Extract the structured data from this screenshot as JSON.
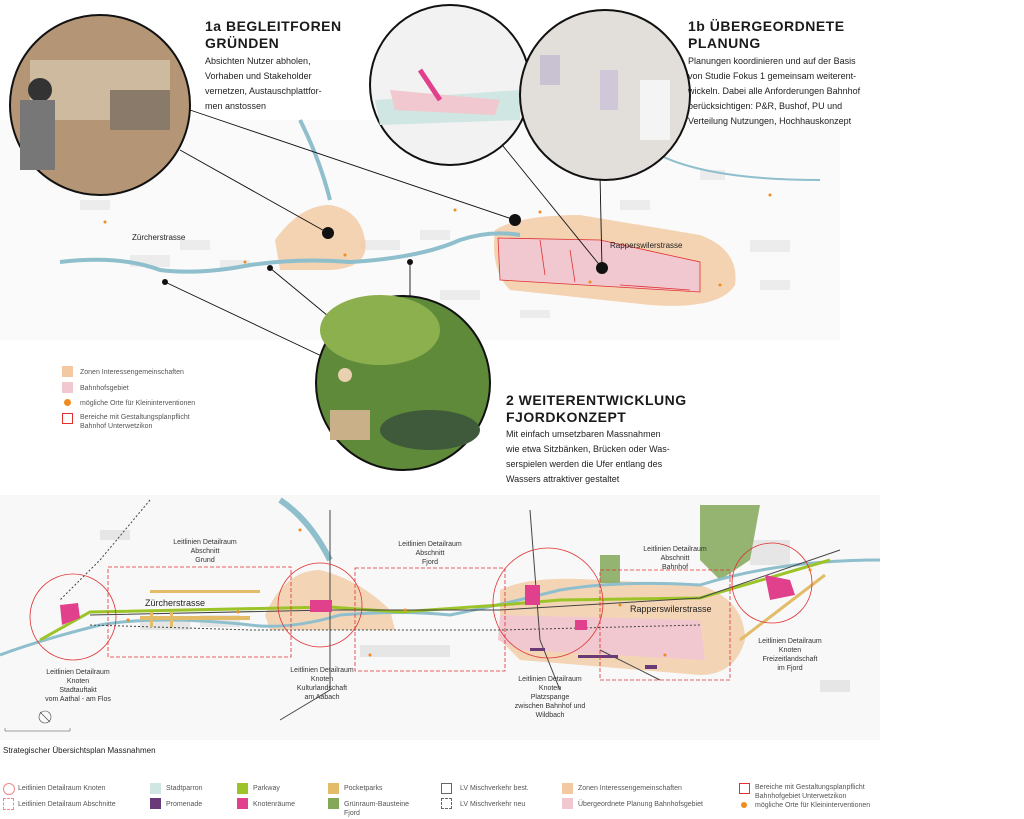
{
  "section_1a": {
    "title_line1": "1a BEGLEITFOREN",
    "title_line2": "GRÜNDEN",
    "text": [
      "Absichten Nutzer abholen,",
      "Vorhaben und Stakeholder",
      "vernetzen, Austauschplattfor-",
      "men anstossen"
    ]
  },
  "section_1b": {
    "title_line1": "1b ÜBERGEORDNETE",
    "title_line2": "PLANUNG",
    "text": [
      "Planungen koordinieren und auf der Basis",
      "von Studie Fokus 1 gemeinsam weiterent-",
      "wickeln. Dabei alle Anforderungen Bahnhof",
      "berücksichtigen: P&R, Bushof, PU und",
      "Verteilung Nutzungen, Hochhauskonzept"
    ]
  },
  "section_2": {
    "title_line1": "2 WEITERENTWICKLUNG",
    "title_line2": "FJORDKONZEPT",
    "text": [
      "Mit einfach umsetzbaren Massnahmen",
      "wie etwa Sitzbänken, Brücken oder Was-",
      "serspielen werden die Ufer entlang des",
      "Wassers attraktiver gestaltet"
    ]
  },
  "top_map": {
    "street_left": "Zürcherstrasse",
    "street_right": "Rapperswilerstrasse",
    "legend": [
      {
        "label": "Zonen Interessengemeinschaften",
        "color": "#f2c9a0"
      },
      {
        "label": "Bahnhofsgebiet",
        "color": "#f1c8cf"
      },
      {
        "label": "mögliche Orte für Kleininterventionen",
        "color": "#f08c1e"
      },
      {
        "label": "Bereiche mit Gestaltungsplanpflicht",
        "label2": "Bahnhof Unterwetzikon",
        "color": "#e03030"
      }
    ]
  },
  "bottom_map": {
    "street_left": "Zürcherstrasse",
    "street_right": "Rapperswilerstrasse",
    "labels": [
      [
        "Leitlinien Detailraum",
        "Abschnitt",
        "Grund"
      ],
      [
        "Leitlinien Detailraum",
        "Abschnitt",
        "Fjord"
      ],
      [
        "Leitlinien Detailraum",
        "Abschnitt",
        "Bahnhof"
      ],
      [
        "Leitlinien Detailraum",
        "Knoten",
        "Stadtauftakt",
        "vom Aathal - am Flos"
      ],
      [
        "Leitlinien Detailraum",
        "Knoten",
        "Kulturlandschaft",
        "am Aabach"
      ],
      [
        "Leitlinien Detailraum",
        "Knoten",
        "Platzspange",
        "zwischen Bahnhof und",
        "Wildbach"
      ],
      [
        "Leitlinien Detailraum",
        "Knoten",
        "Freizeitlandschaft",
        "im Fjord"
      ]
    ],
    "caption": "Strategischer Übersichtsplan Massnahmen"
  },
  "legend": [
    {
      "label": "Leitlinien Detailraum Knoten",
      "type": "circle",
      "color": "#e03030"
    },
    {
      "label": "Leitlinien Detailraum Abschnitte",
      "type": "dashed",
      "color": "#e03030"
    },
    {
      "label": "Stadtparron",
      "type": "fill",
      "color": "#cfe6e2"
    },
    {
      "label": "Promenade",
      "type": "fill",
      "color": "#6a3a78"
    },
    {
      "label": "Parkway",
      "type": "fill",
      "color": "#9cc428"
    },
    {
      "label": "Knotenräume",
      "type": "fill",
      "color": "#e0408c"
    },
    {
      "label": "Pocketparks",
      "type": "fill",
      "color": "#e2bc68"
    },
    {
      "label": "Grünraum-Bausteine",
      "label2": "Fjord",
      "type": "fill",
      "color": "#84a85a"
    },
    {
      "label": "LV Mischverkehr best.",
      "type": "box",
      "color": "#666666"
    },
    {
      "label": "LV Mischverkehr neu",
      "type": "dashedbox",
      "color": "#666666"
    },
    {
      "label": "Zonen Interessengemeinschaften",
      "type": "fill",
      "color": "#f2c9a0"
    },
    {
      "label": "Übergeordnete Planung Bahnhofsgebiet",
      "type": "fill",
      "color": "#f1c8cf"
    },
    {
      "label": "Bereiche mit Gestaltungsplanpflicht",
      "label2": "Bahnhofgebiet Unterwetzikon",
      "type": "box",
      "color": "#e03030"
    },
    {
      "label": "mögliche Orte für Kleininterventionen",
      "type": "dot",
      "color": "#f08c1e"
    }
  ]
}
